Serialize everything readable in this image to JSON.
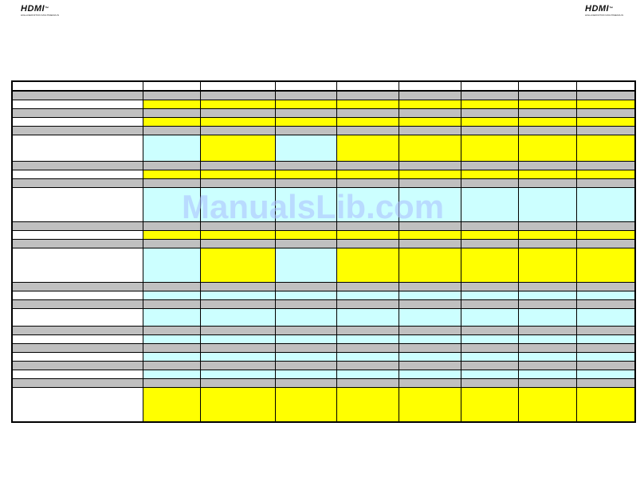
{
  "header": {
    "logo_left_text": "HDMI",
    "logo_right_text": "HDMI",
    "logo_tagline": "HIGH-DEFINITION MULTIMEDIA INTERFACE",
    "logo_trademark": "™"
  },
  "watermark": {
    "text": "ManualsLib.com"
  },
  "colors": {
    "gray": "#c0c0c0",
    "yellow": "#ffff00",
    "cyan": "#ccffff",
    "white": "#ffffff"
  },
  "table": {
    "column_count": 9,
    "rows": [
      {
        "height": 1,
        "cells": [
          "w",
          "w",
          "w",
          "w",
          "w",
          "w",
          "w",
          "w",
          "w"
        ]
      },
      {
        "height": 1,
        "cells": [
          "g",
          "g",
          "g",
          "g",
          "g",
          "g",
          "g",
          "g",
          "g"
        ]
      },
      {
        "height": 1,
        "cells": [
          "w",
          "y",
          "y",
          "y",
          "y",
          "y",
          "y",
          "y",
          "y"
        ]
      },
      {
        "height": 1,
        "cells": [
          "g",
          "g",
          "g",
          "g",
          "g",
          "g",
          "g",
          "g",
          "g"
        ]
      },
      {
        "height": 1,
        "cells": [
          "w",
          "y",
          "y",
          "y",
          "y",
          "y",
          "y",
          "y",
          "y"
        ]
      },
      {
        "height": 1,
        "cells": [
          "g",
          "g",
          "g",
          "g",
          "g",
          "g",
          "g",
          "g",
          "g"
        ]
      },
      {
        "height": 3,
        "cells": [
          "w",
          "c",
          "y",
          "c",
          "y",
          "y",
          "y",
          "y",
          "y"
        ]
      },
      {
        "height": 1,
        "cells": [
          "g",
          "g",
          "g",
          "g",
          "g",
          "g",
          "g",
          "g",
          "g"
        ]
      },
      {
        "height": 1,
        "cells": [
          "w",
          "y",
          "y",
          "y",
          "y",
          "y",
          "y",
          "y",
          "y"
        ]
      },
      {
        "height": 1,
        "cells": [
          "g",
          "g",
          "g",
          "g",
          "g",
          "g",
          "g",
          "g",
          "g"
        ]
      },
      {
        "height": 4,
        "cells": [
          "w",
          "c",
          "c",
          "c",
          "c",
          "c",
          "c",
          "c",
          "c"
        ]
      },
      {
        "height": 1,
        "cells": [
          "g",
          "g",
          "g",
          "g",
          "g",
          "g",
          "g",
          "g",
          "g"
        ]
      },
      {
        "height": 1,
        "cells": [
          "w",
          "y",
          "y",
          "y",
          "y",
          "y",
          "y",
          "y",
          "y"
        ]
      },
      {
        "height": 1,
        "cells": [
          "g",
          "g",
          "g",
          "g",
          "g",
          "g",
          "g",
          "g",
          "g"
        ]
      },
      {
        "height": 4,
        "cells": [
          "w",
          "c",
          "y",
          "c",
          "y",
          "y",
          "y",
          "y",
          "y"
        ]
      },
      {
        "height": 1,
        "cells": [
          "g",
          "g",
          "g",
          "g",
          "g",
          "g",
          "g",
          "g",
          "g"
        ]
      },
      {
        "height": 1,
        "cells": [
          "w",
          "c",
          "c",
          "c",
          "c",
          "c",
          "c",
          "c",
          "c"
        ]
      },
      {
        "height": 1,
        "cells": [
          "g",
          "g",
          "g",
          "g",
          "g",
          "g",
          "g",
          "g",
          "g"
        ]
      },
      {
        "height": 2,
        "cells": [
          "w",
          "c",
          "c",
          "c",
          "c",
          "c",
          "c",
          "c",
          "c"
        ]
      },
      {
        "height": 1,
        "cells": [
          "g",
          "g",
          "g",
          "g",
          "g",
          "g",
          "g",
          "g",
          "g"
        ]
      },
      {
        "height": 1,
        "cells": [
          "w",
          "c",
          "c",
          "c",
          "c",
          "c",
          "c",
          "c",
          "c"
        ]
      },
      {
        "height": 1,
        "cells": [
          "g",
          "g",
          "g",
          "g",
          "g",
          "g",
          "g",
          "g",
          "g"
        ]
      },
      {
        "height": 1,
        "cells": [
          "w",
          "c",
          "c",
          "c",
          "c",
          "c",
          "c",
          "c",
          "c"
        ]
      },
      {
        "height": 1,
        "cells": [
          "g",
          "g",
          "g",
          "g",
          "g",
          "g",
          "g",
          "g",
          "g"
        ]
      },
      {
        "height": 1,
        "cells": [
          "w",
          "c",
          "c",
          "c",
          "c",
          "c",
          "c",
          "c",
          "c"
        ]
      },
      {
        "height": 1,
        "cells": [
          "g",
          "g",
          "g",
          "g",
          "g",
          "g",
          "g",
          "g",
          "g"
        ]
      },
      {
        "height": 4,
        "cells": [
          "w",
          "y",
          "y",
          "y",
          "y",
          "y",
          "y",
          "y",
          "y"
        ]
      }
    ]
  }
}
